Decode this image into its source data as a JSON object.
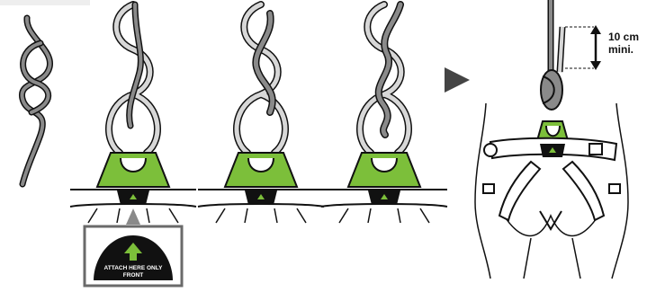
{
  "colors": {
    "rope_dark": "#8a8a8a",
    "rope_light": "#d7d7d7",
    "outline": "#111111",
    "harness_green": "#7cbf3a",
    "badge_black": "#111111",
    "callout_border": "#6a6a6a",
    "play_arrow": "#444444"
  },
  "callout": {
    "line1": "ATTACH HERE ONLY",
    "line2": "FRONT"
  },
  "measurement": {
    "value": "10 cm",
    "qualifier": "mini."
  },
  "icons": [
    "play-arrow-icon",
    "green-up-arrow-icon"
  ]
}
